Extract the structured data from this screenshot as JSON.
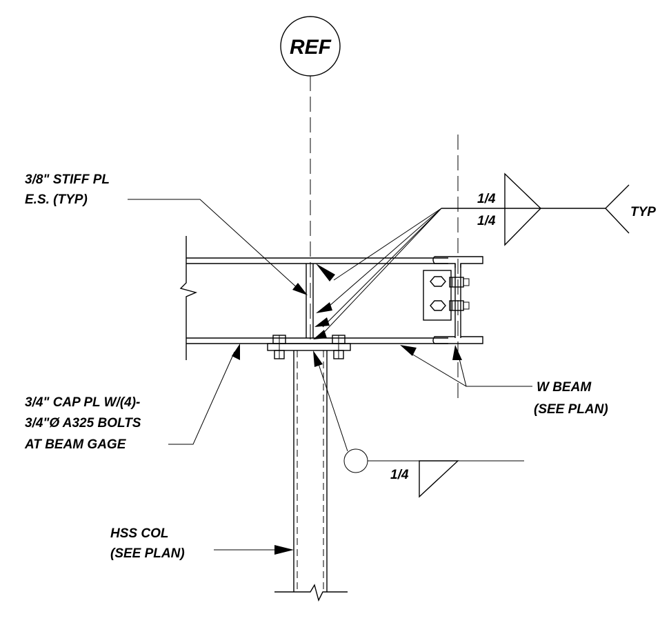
{
  "reference_bubble": {
    "text": "REF"
  },
  "labels": {
    "stiffener": {
      "line1": "3/8\" STIFF PL",
      "line2": "E.S. (TYP)"
    },
    "weld_top_upper": "1/4",
    "weld_top_lower": "1/4",
    "weld_tail_note": "TYP",
    "w_beam": {
      "line1": "W BEAM",
      "line2": "(SEE PLAN)"
    },
    "cap_plate": {
      "line1": "3/4\" CAP PL W/(4)-",
      "line2": "3/4\"Ø A325 BOLTS",
      "line3": "AT BEAM GAGE"
    },
    "weld_bottom": "1/4",
    "hss_column": {
      "line1": "HSS COL",
      "line2": "(SEE PLAN)"
    }
  },
  "colors": {
    "line": "#000000",
    "background": "#ffffff"
  }
}
